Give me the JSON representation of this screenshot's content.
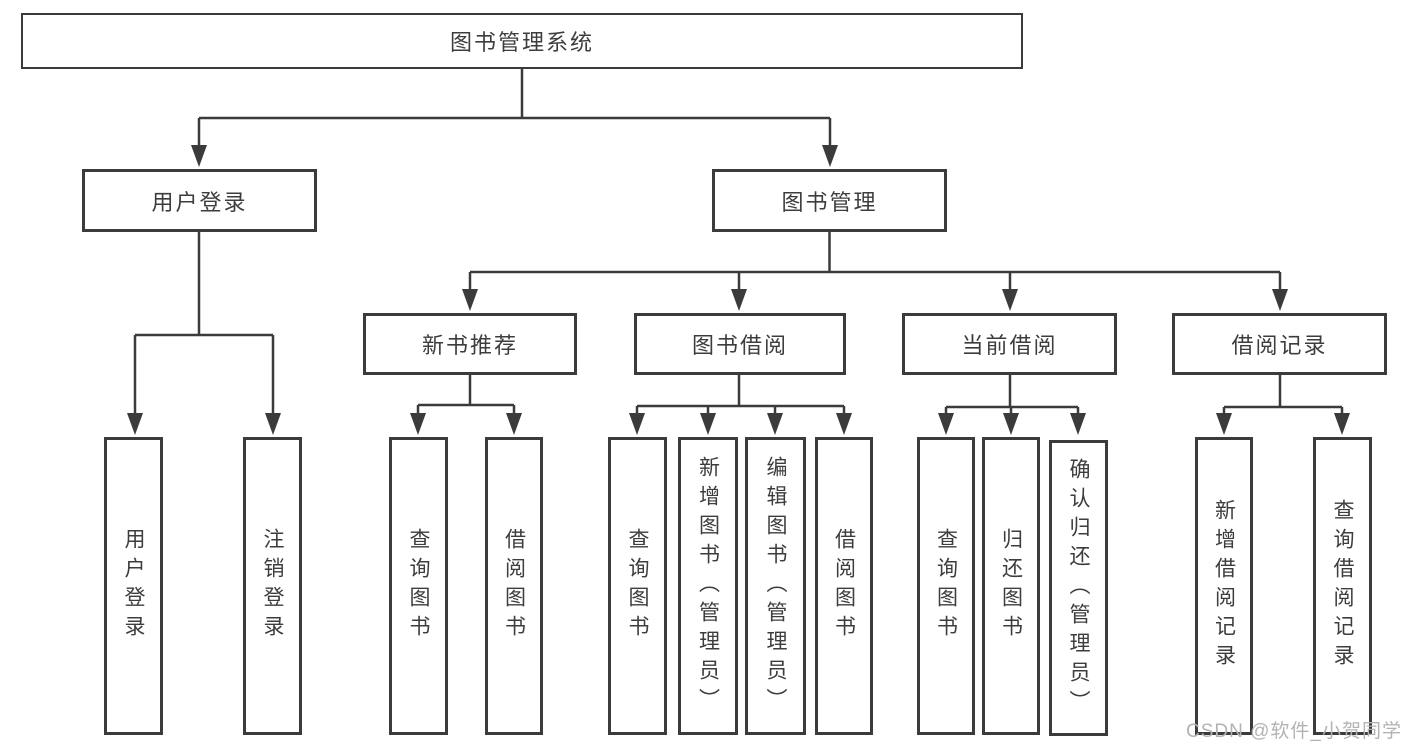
{
  "colors": {
    "line": "#3b3b3b",
    "text": "#3d3d3d",
    "bg": "#ffffff",
    "watermark": "#b3b3b3"
  },
  "watermark": {
    "text": "CSDN @软件_小贺同学"
  },
  "tree": {
    "root": {
      "label": "图书管理系统",
      "children": [
        {
          "label": "用户登录",
          "children": [
            {
              "label": "用户登录"
            },
            {
              "label": "注销登录"
            }
          ]
        },
        {
          "label": "图书管理",
          "children": [
            {
              "label": "新书推荐",
              "children": [
                {
                  "label": "查询图书"
                },
                {
                  "label": "借阅图书"
                }
              ]
            },
            {
              "label": "图书借阅",
              "children": [
                {
                  "label": "查询图书"
                },
                {
                  "label": "新增图书（管理员）"
                },
                {
                  "label": "编辑图书（管理员）"
                },
                {
                  "label": "借阅图书"
                }
              ]
            },
            {
              "label": "当前借阅",
              "children": [
                {
                  "label": "查询图书"
                },
                {
                  "label": "归还图书"
                },
                {
                  "label": "确认归还（管理员）"
                }
              ]
            },
            {
              "label": "借阅记录",
              "children": [
                {
                  "label": "新增借阅记录"
                },
                {
                  "label": "查询借阅记录"
                }
              ]
            }
          ]
        }
      ]
    }
  }
}
